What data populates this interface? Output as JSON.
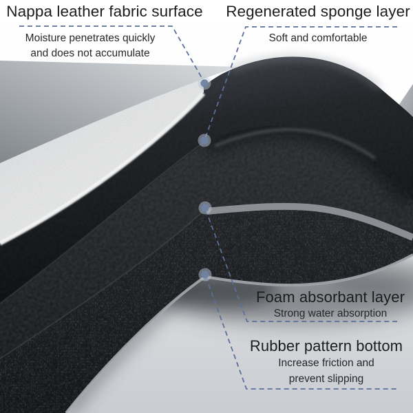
{
  "callouts": [
    {
      "id": "nappa-leather",
      "title": "Nappa leather fabric surface",
      "desc": [
        "Moisture penetrates quickly",
        "and does not accumulate"
      ]
    },
    {
      "id": "regenerated-sponge",
      "title": "Regenerated sponge layer",
      "desc": [
        "Soft and comfortable"
      ]
    },
    {
      "id": "foam-absorbant",
      "title": "Foam absorbant layer",
      "desc": [
        "Strong water absorption"
      ]
    },
    {
      "id": "rubber-bottom",
      "title": "Rubber pattern bottom",
      "desc": [
        "Increase friction and",
        "prevent slipping"
      ]
    }
  ],
  "layers_top_to_bottom": [
    "Nappa leather fabric surface",
    "Regenerated sponge layer",
    "Foam absorbant layer",
    "Rubber pattern bottom"
  ],
  "colors": {
    "callout_line": "#5a6f99",
    "marker_dot": "#6e83a2",
    "marker_halo": "#b9c6d6",
    "title_text": "#1b1c1e",
    "desc_text": "#26272a",
    "background_top": "#ffffff",
    "background_bottom": "#c9ccd1"
  }
}
